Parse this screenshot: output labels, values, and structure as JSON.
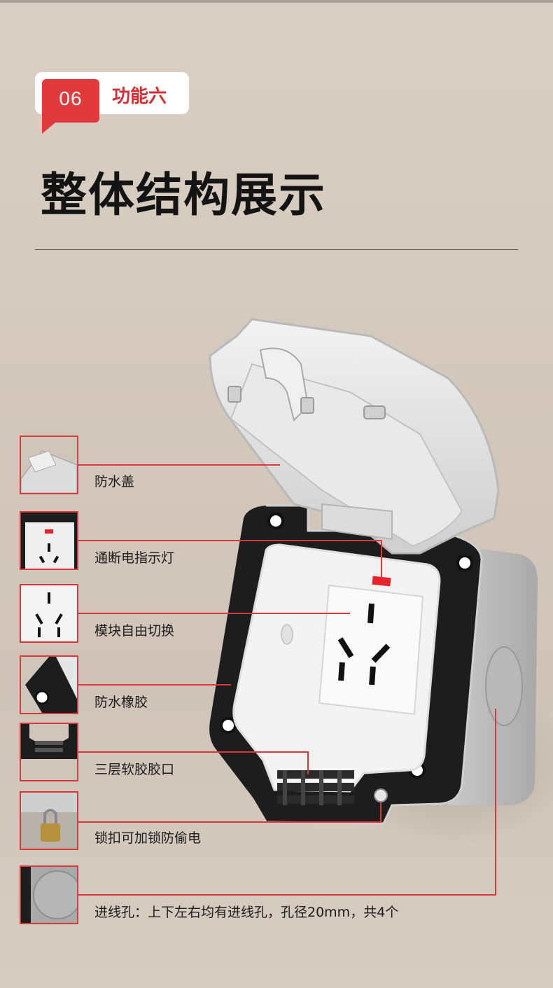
{
  "badge": {
    "number": "06",
    "label": "功能六"
  },
  "title": "整体结构展示",
  "callouts": [
    {
      "label": "防水盖"
    },
    {
      "label": "通断电指示灯"
    },
    {
      "label": "模块自由切换"
    },
    {
      "label": "防水橡胶"
    },
    {
      "label": "三层软胶胶口"
    },
    {
      "label": "锁扣可加锁防偷电"
    },
    {
      "label": "进线孔：上下左右均有进线孔，孔径20mm，共4个"
    }
  ],
  "colors": {
    "accent": "#e03a3c",
    "line": "#d83a3a",
    "background": "#d6ccc1"
  }
}
